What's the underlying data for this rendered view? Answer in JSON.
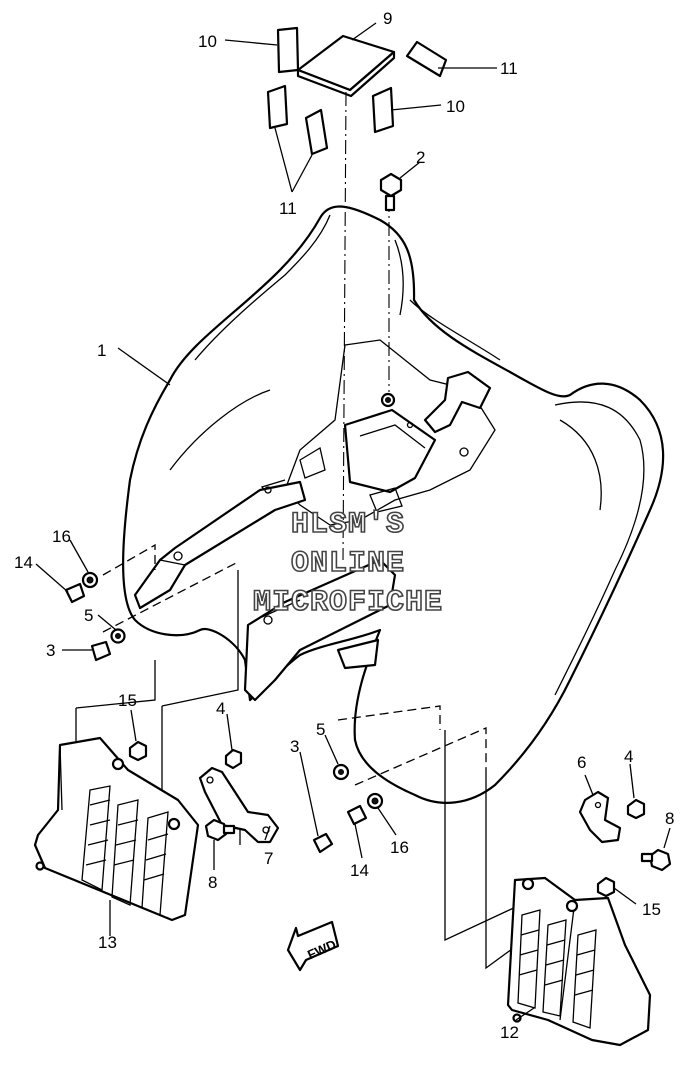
{
  "labels": {
    "l1": "1",
    "l2": "2",
    "l3a": "3",
    "l3b": "3",
    "l4a": "4",
    "l4b": "4",
    "l5a": "5",
    "l5b": "5",
    "l6": "6",
    "l7": "7",
    "l8a": "8",
    "l8b": "8",
    "l9": "9",
    "l10a": "10",
    "l10b": "10",
    "l11a": "11",
    "l11b": "11",
    "l12": "12",
    "l13": "13",
    "l14a": "14",
    "l14b": "14",
    "l15a": "15",
    "l15b": "15",
    "l16a": "16",
    "l16b": "16"
  },
  "fwd_arrow": "FWD",
  "watermark": {
    "line1": "HLSM'S",
    "line2": "ONLINE",
    "line3": "MICROFICHE"
  }
}
